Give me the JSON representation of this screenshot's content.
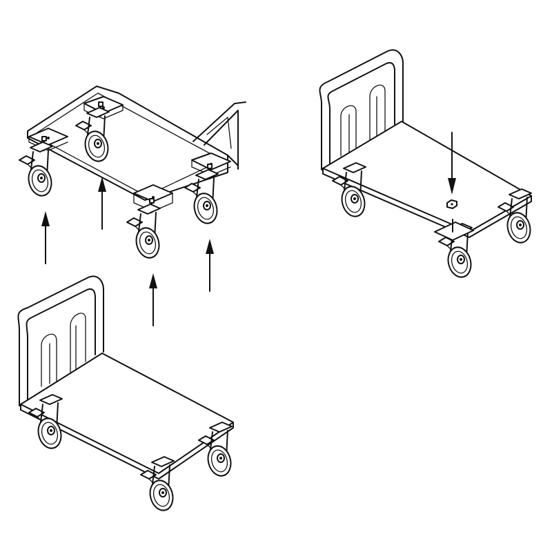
{
  "figure": {
    "views": [
      {
        "id": "exploded-underside",
        "contains": [
          "frame-underside",
          "castors",
          "arrows"
        ]
      },
      {
        "id": "assembled-trolley",
        "contains": [
          "platform",
          "push-handle",
          "castors"
        ]
      },
      {
        "id": "fastener-detail",
        "contains": [
          "platform",
          "push-handle",
          "castors",
          "nut",
          "arrow"
        ]
      }
    ],
    "castor_count_exploded": 4,
    "arrow_count": 5,
    "colors": {
      "line": "#111111",
      "background": "#ffffff"
    }
  }
}
